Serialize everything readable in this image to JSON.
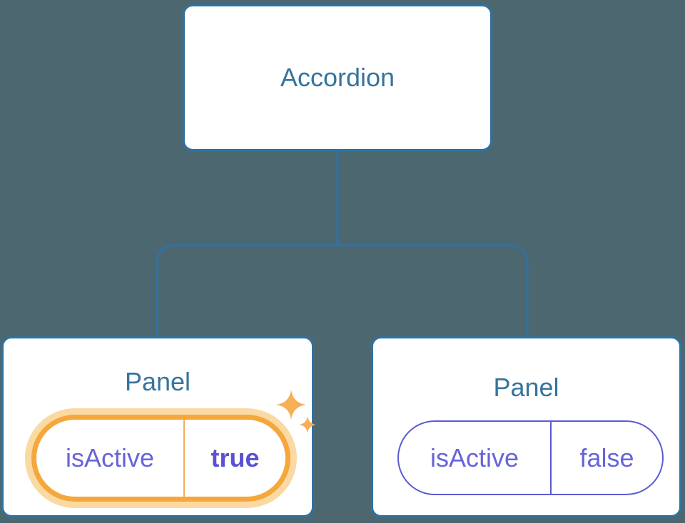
{
  "colors": {
    "background": "#4D6771",
    "node_border": "#2F72A2",
    "node_fill": "#FFFFFF",
    "node_text": "#35749E",
    "purple_border": "#5B5BD3",
    "purple_text": "#6764D9",
    "purple_bold_text": "#5A52D0",
    "orange_border": "#F5A73C",
    "orange_glow": "#FBD9A2",
    "orange_divider": "#F3B055",
    "sparkle": "#F6AF55"
  },
  "icons": {
    "sparkles": "four-point-sparkles"
  },
  "tree": {
    "root": {
      "label": "Accordion"
    },
    "children": [
      {
        "label": "Panel",
        "state": {
          "key": "isActive",
          "value": "true",
          "highlighted": true
        }
      },
      {
        "label": "Panel",
        "state": {
          "key": "isActive",
          "value": "false",
          "highlighted": false
        }
      }
    ]
  }
}
